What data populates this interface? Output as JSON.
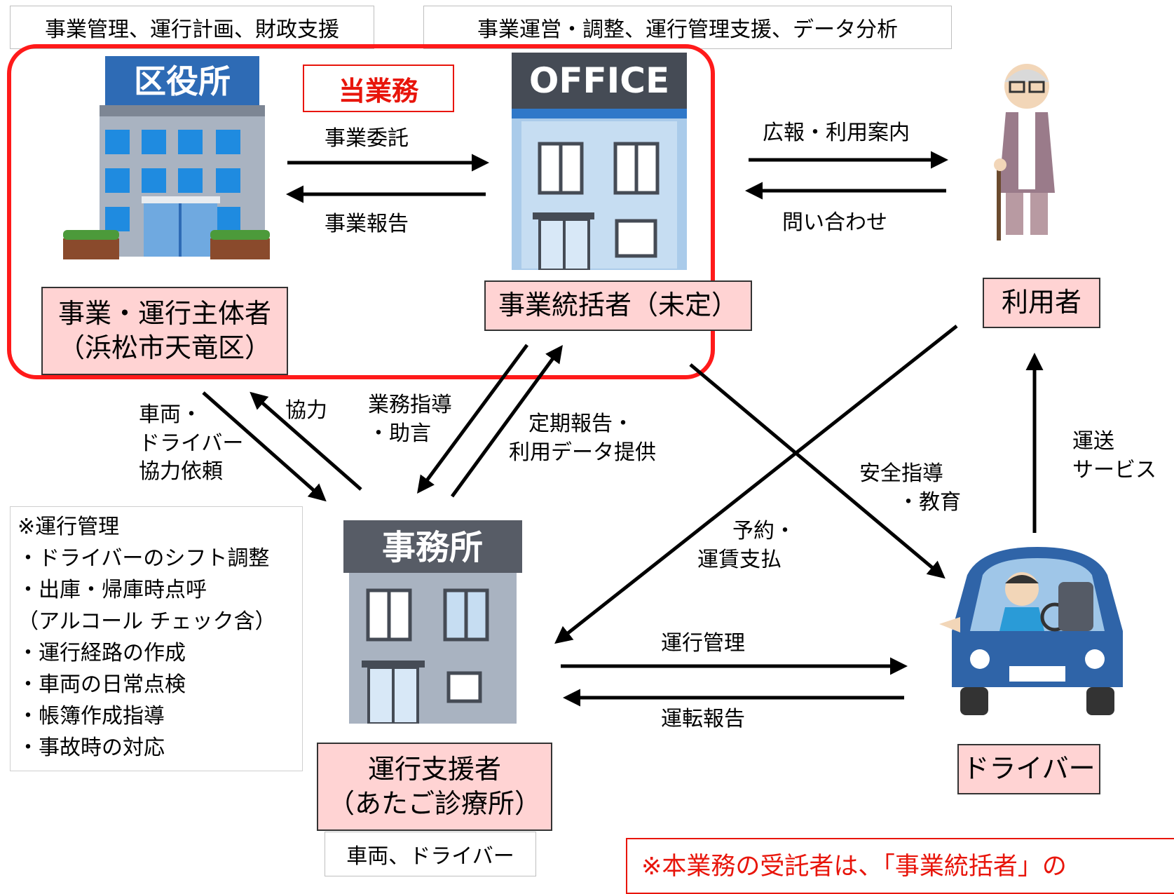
{
  "top_labels": {
    "left": "事業管理、運行計画、財政支援",
    "right": "事業運営・調整、運行管理支援、データ分析"
  },
  "badge": "当業務",
  "buildings": {
    "ward_office_sign": "区役所",
    "office_sign": "OFFICE",
    "jimusho_sign": "事務所"
  },
  "entities": {
    "operator_line1": "事業・運行主体者",
    "operator_line2": "（浜松市天竜区）",
    "coordinator": "事業統括者（未定）",
    "user": "利用者",
    "support_line1": "運行支援者",
    "support_line2": "（あたご診療所）",
    "driver": "ドライバー"
  },
  "flows": {
    "commission": "事業委託",
    "report": "事業報告",
    "pr": "広報・利用案内",
    "inquiry": "問い合わせ",
    "vehicle_request": [
      "車両・",
      "ドライバー",
      "協力依頼"
    ],
    "cooperation": "協力",
    "guidance": [
      "業務指導",
      "・助言"
    ],
    "periodic": [
      "定期報告・",
      "利用データ提供"
    ],
    "safety": [
      "安全指導",
      "・教育"
    ],
    "reservation": [
      "予約・",
      "運賃支払"
    ],
    "transport": [
      "運送",
      "サービス"
    ],
    "operation_mgmt": "運行管理",
    "driving_report": "運転報告"
  },
  "note_items": [
    "※運行管理",
    "・ドライバーのシフト調整",
    "・出庫・帰庫時点呼",
    "（アルコール チェック含）",
    "・運行経路の作成",
    "・車両の日常点検",
    "・帳簿作成指導",
    "・事故時の対応"
  ],
  "support_resources": "車両、ドライバー",
  "bottom_note": "※本業務の受託者は、「事業統括者」の"
}
